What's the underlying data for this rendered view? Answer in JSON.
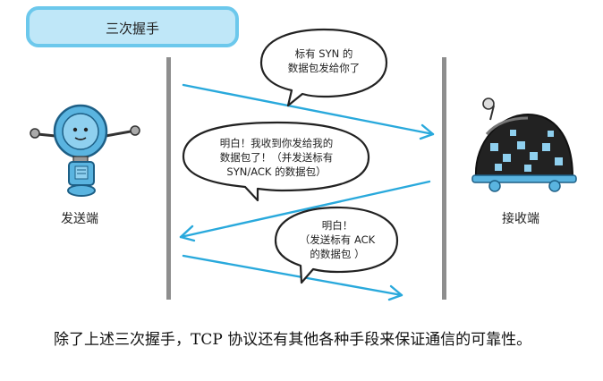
{
  "diagram": {
    "title": "三次握手",
    "sender_label": "发送端",
    "receiver_label": "接收端",
    "bubble1": {
      "line1": "标有 SYN 的",
      "line2": "数据包发给你了"
    },
    "bubble2": {
      "line1": "明白！我收到你发给我的",
      "line2": "数据包了！（并发送标有",
      "line3": "SYN/ACK 的数据包）"
    },
    "bubble3": {
      "line1": "明白！",
      "line2": "（发送标有 ACK",
      "line3": "的数据包  ）"
    },
    "colors": {
      "arrow": "#29a9dc",
      "pill_fill": "#bfe7f8",
      "pill_border": "#6cc8ec",
      "divider": "#8e8e8e"
    }
  },
  "body_text": "除了上述三次握手，TCP 协议还有其他各种手段来保证通信的可靠性。"
}
